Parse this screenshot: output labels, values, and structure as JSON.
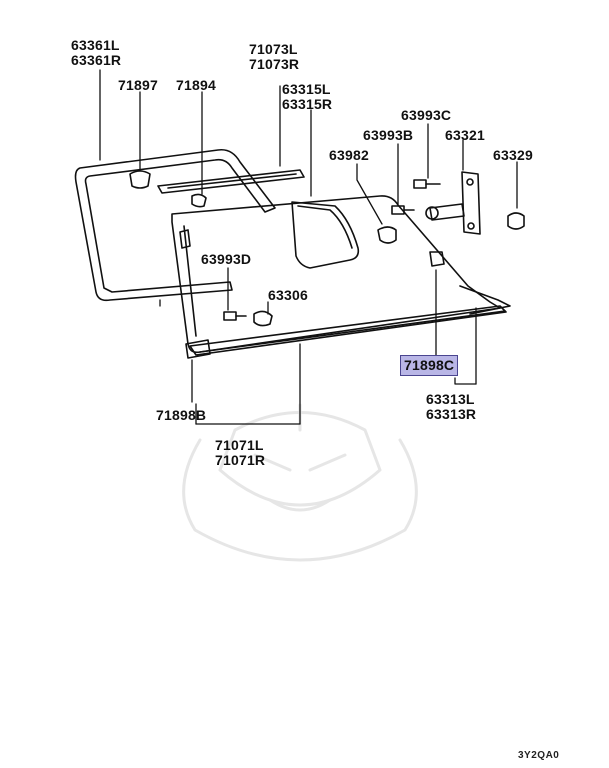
{
  "labels": {
    "l1": [
      "63361L",
      "63361R"
    ],
    "l2": "71897",
    "l3": "71894",
    "l4": [
      "71073L",
      "71073R"
    ],
    "l5": [
      "63315L",
      "63315R"
    ],
    "l6": "63993C",
    "l7": "63993B",
    "l8": "63321",
    "l9": "63982",
    "l10": "63329",
    "l11": "63993D",
    "l12": "63306",
    "l13": "71898C",
    "l14": "71898B",
    "l15": [
      "63313L",
      "63313R"
    ],
    "l16": [
      "71071L",
      "71071R"
    ]
  },
  "highlight_color": "#b9b6e6",
  "diagram_code": "3Y2QA0"
}
